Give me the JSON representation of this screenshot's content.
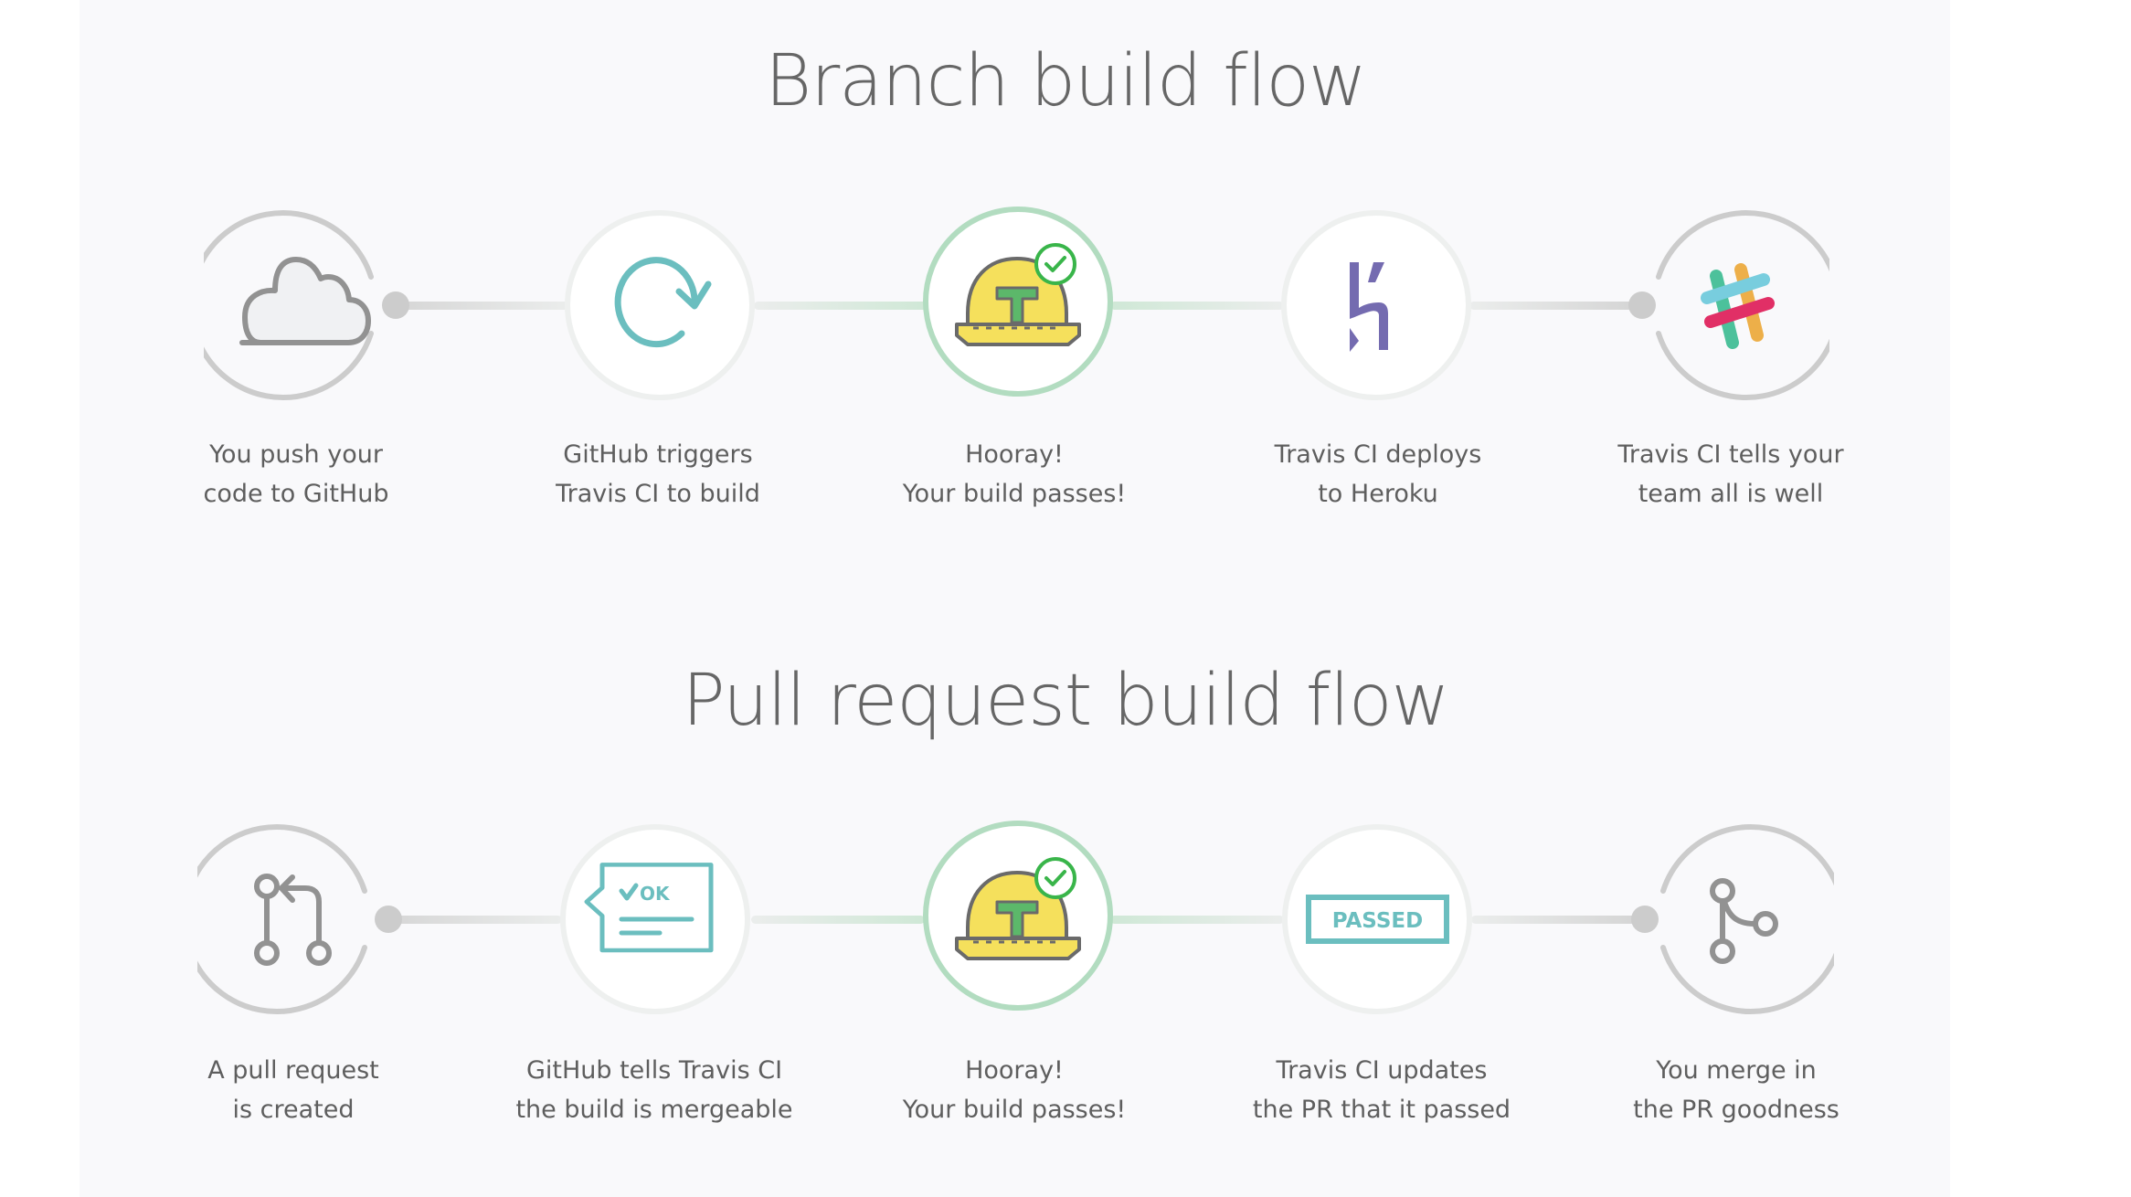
{
  "sections": [
    {
      "title": "Branch build flow",
      "steps": [
        {
          "icon": "cloud-icon",
          "lines": [
            "You push your",
            "code to GitHub"
          ]
        },
        {
          "icon": "refresh-icon",
          "lines": [
            "GitHub triggers",
            "Travis CI to build"
          ]
        },
        {
          "icon": "hard-hat-check-icon",
          "lines": [
            "Hooray!",
            "Your build passes!"
          ]
        },
        {
          "icon": "heroku-icon",
          "lines": [
            "Travis CI deploys",
            "to Heroku"
          ]
        },
        {
          "icon": "slack-icon",
          "lines": [
            "Travis CI tells your",
            "team all is well"
          ]
        }
      ]
    },
    {
      "title": "Pull request build flow",
      "steps": [
        {
          "icon": "pull-request-icon",
          "lines": [
            "A pull request",
            "is created"
          ]
        },
        {
          "icon": "ok-comment-icon",
          "lines": [
            "GitHub tells Travis CI",
            "the build is mergeable"
          ]
        },
        {
          "icon": "hard-hat-check-icon",
          "lines": [
            "Hooray!",
            "Your build passes!"
          ]
        },
        {
          "icon": "passed-badge-icon",
          "lines": [
            "Travis CI updates",
            "the PR that it passed"
          ]
        },
        {
          "icon": "merge-icon",
          "lines": [
            "You merge in",
            "the PR goodness"
          ]
        }
      ]
    }
  ],
  "badge_text": {
    "ok": "OK",
    "passed": "PASSED",
    "hat_letter": "T"
  },
  "colors": {
    "panel": "#f9f9fb",
    "gray_ring": "#cccccc",
    "light_ring": "#eef0ef",
    "green_ring": "#b2dcc0",
    "teal": "#6bbebf",
    "heroku": "#746bb0",
    "check_green": "#39b54a"
  }
}
